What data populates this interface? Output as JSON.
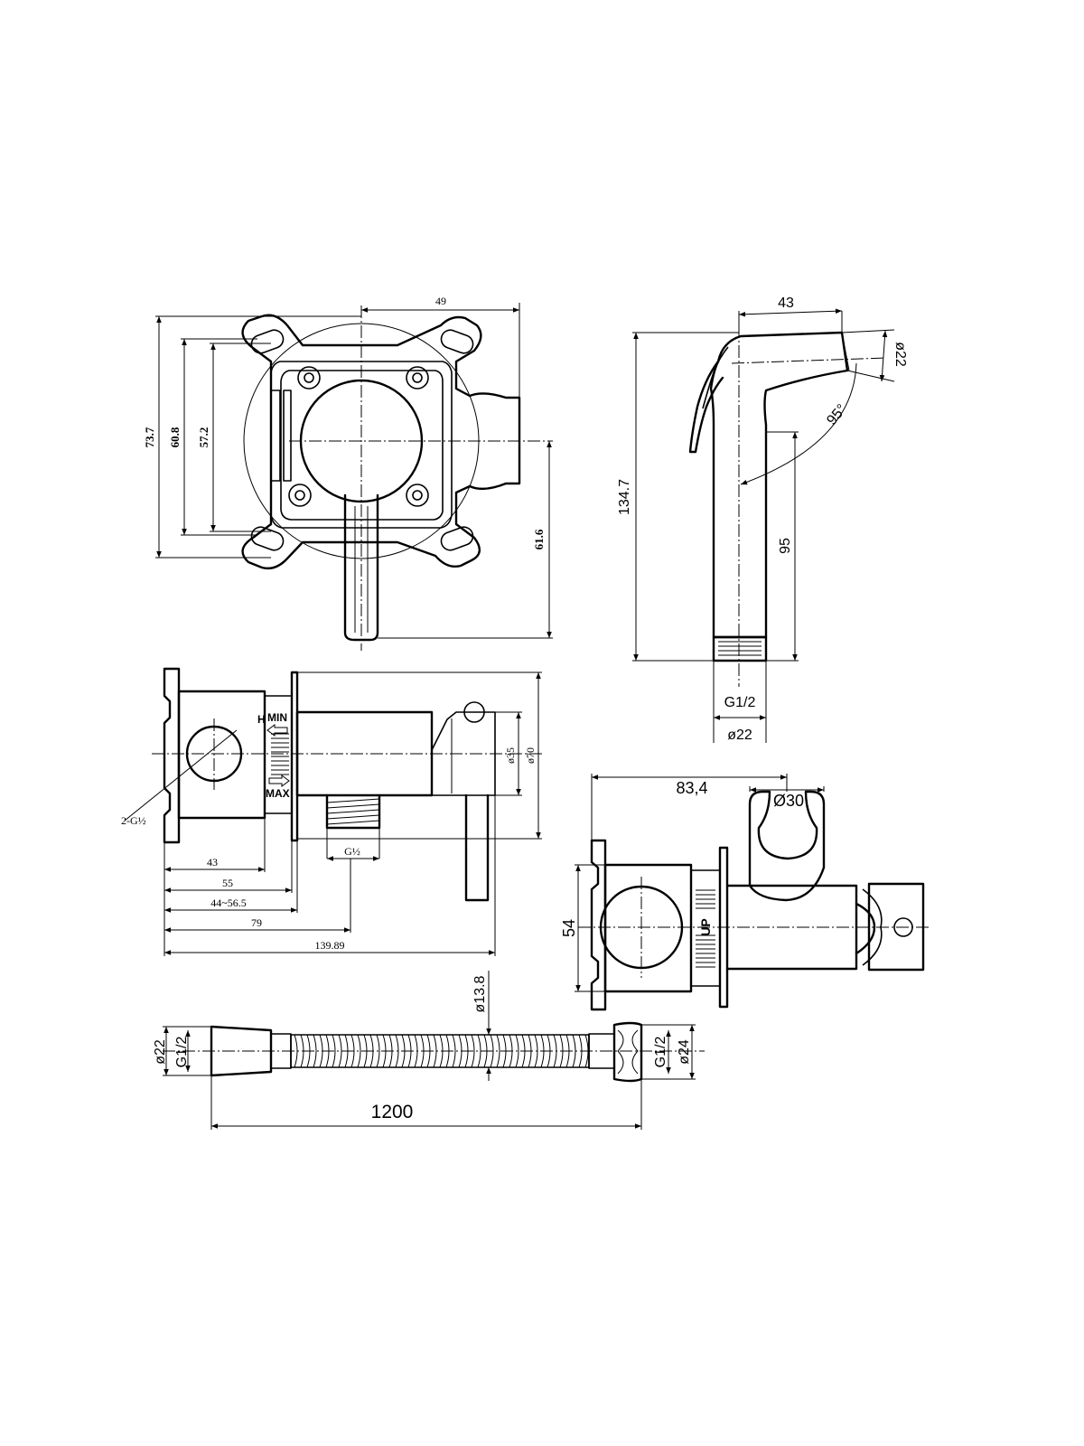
{
  "front_view": {
    "dims": {
      "width_49": "49",
      "height_73_7": "73.7",
      "height_60_8": "60.8",
      "height_57_2": "57.2",
      "lever_61_6": "61.6"
    }
  },
  "side_view": {
    "markers": {
      "hot": "H",
      "min": "MIN",
      "max": "MAX",
      "thread_left": "2-G½"
    },
    "dims": {
      "d35": "ø35",
      "d70": "ø70",
      "outlet_thread": "G½",
      "len_43": "43",
      "len_55": "55",
      "len_44_56_5": "44~56.5",
      "len_79": "79",
      "len_139_89": "139.89"
    }
  },
  "spray_head": {
    "dims": {
      "top_43": "43",
      "d22_top": "ø22",
      "angle_95": "95°",
      "height_134_7": "134.7",
      "height_95": "95",
      "thread_g12": "G1/2",
      "d22_bottom": "ø22"
    }
  },
  "holder_view": {
    "marker_up": "UP",
    "dims": {
      "len_83_4": "83,4",
      "d30": "Ø30",
      "h54": "54"
    }
  },
  "hose": {
    "dims": {
      "d22": "ø22",
      "g12_left": "G1/2",
      "d13_8": "ø13.8",
      "g12_right": "G1/2",
      "d24": "ø24",
      "length_1200": "1200"
    }
  }
}
